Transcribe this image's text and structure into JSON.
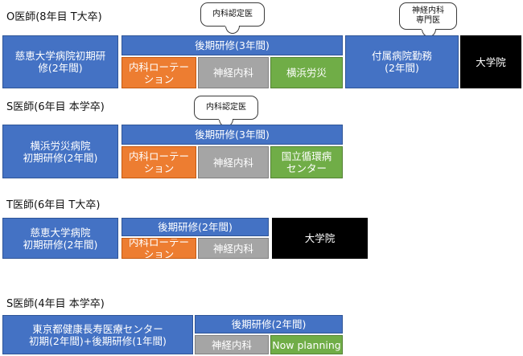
{
  "diagram": {
    "title_hidden": "",
    "colors": {
      "blue": "#4472C4",
      "blue_border": "#2F5597",
      "orange": "#ED7D31",
      "orange_border": "#C55A11",
      "gray": "#A5A5A5",
      "gray_border": "#808080",
      "green": "#70AD47",
      "green_border": "#548235",
      "black": "#000000",
      "background": "#FFFFFF",
      "text_dark": "#111111",
      "text_light": "#FFFFFF"
    },
    "rows": [
      {
        "label": "O医師(8年目 T大卒)",
        "initial_training": "慈恵大学病院初期研\n修(2年間)",
        "late_training_bar": "後期研修(3年間)",
        "rotations": [
          {
            "label": "内科ローテー\nション",
            "color": "orange"
          },
          {
            "label": "神経内科",
            "color": "gray"
          },
          {
            "label": "横浜労災",
            "color": "green"
          }
        ],
        "post_blocks": [
          {
            "label": "付属病院勤務\n(2年間)",
            "color": "blue"
          },
          {
            "label": "大学院",
            "color": "black"
          }
        ],
        "callouts": [
          {
            "label": "内科認定医"
          },
          {
            "label": "神経内科\n専門医"
          }
        ]
      },
      {
        "label": "S医師(6年目 本学卒)",
        "initial_training": "横浜労災病院\n初期研修(2年間)",
        "late_training_bar": "後期研修(3年間)",
        "rotations": [
          {
            "label": "内科ローテー\nション",
            "color": "orange"
          },
          {
            "label": "神経内科",
            "color": "gray"
          },
          {
            "label": "国立循環病\nセンター",
            "color": "green"
          }
        ],
        "post_blocks": [],
        "callouts": [
          {
            "label": "内科認定医"
          }
        ]
      },
      {
        "label": "T医師(6年目 T大卒)",
        "initial_training": "慈恵大学病院\n初期研修(2年間)",
        "late_training_bar": "後期研修(2年間)",
        "rotations": [
          {
            "label": "内科ローテー\nション",
            "color": "orange"
          },
          {
            "label": "神経内科",
            "color": "gray"
          }
        ],
        "post_blocks": [
          {
            "label": "大学院",
            "color": "black"
          }
        ],
        "callouts": []
      },
      {
        "label": "S医師(4年目 本学卒)",
        "initial_training": "東京都健康長寿医療センター\n初期(2年間)+後期研修(1年間)",
        "late_training_bar": "後期研修(2年間)",
        "rotations": [
          {
            "label": "神経内科",
            "color": "gray"
          },
          {
            "label": "Now planning",
            "color": "green"
          }
        ],
        "post_blocks": [],
        "callouts": []
      }
    ]
  }
}
